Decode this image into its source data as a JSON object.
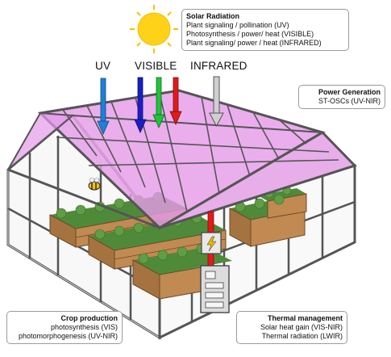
{
  "spectrum_labels": {
    "uv": "UV",
    "visible": "VISIBLE",
    "infrared": "INFRARED"
  },
  "solar_radiation": {
    "title": "Solar Radiation",
    "lines": [
      "Plant signaling / pollination (UV)",
      "Photosynthesis / power/ heat (VISIBLE)",
      "Plant signaling/ power / heat (INFRARED)"
    ]
  },
  "power_generation": {
    "title": "Power Generation",
    "line": "ST-OSCs (UV-NIR)"
  },
  "crop_production": {
    "title": "Crop production",
    "lines": [
      "photosynthesis (VIS)",
      "photomorphogenesis (UV-NIR)"
    ]
  },
  "thermal_management": {
    "title": "Thermal management",
    "lines": [
      "Solar heat gain (VIS-NIR)",
      "Thermal radiation (LWIR)"
    ]
  },
  "colors": {
    "uv_arrow": "#1f7fd6",
    "visible_blue": "#1a1fc4",
    "visible_green": "#1fc43a",
    "visible_red": "#e01b1b",
    "infrared_arrow": "#c8c8c8",
    "roof_tint": "#e59ae9",
    "sun": "#ffd21a",
    "planter_wood": "#a5733f",
    "foliage": "#4f8a3a"
  }
}
